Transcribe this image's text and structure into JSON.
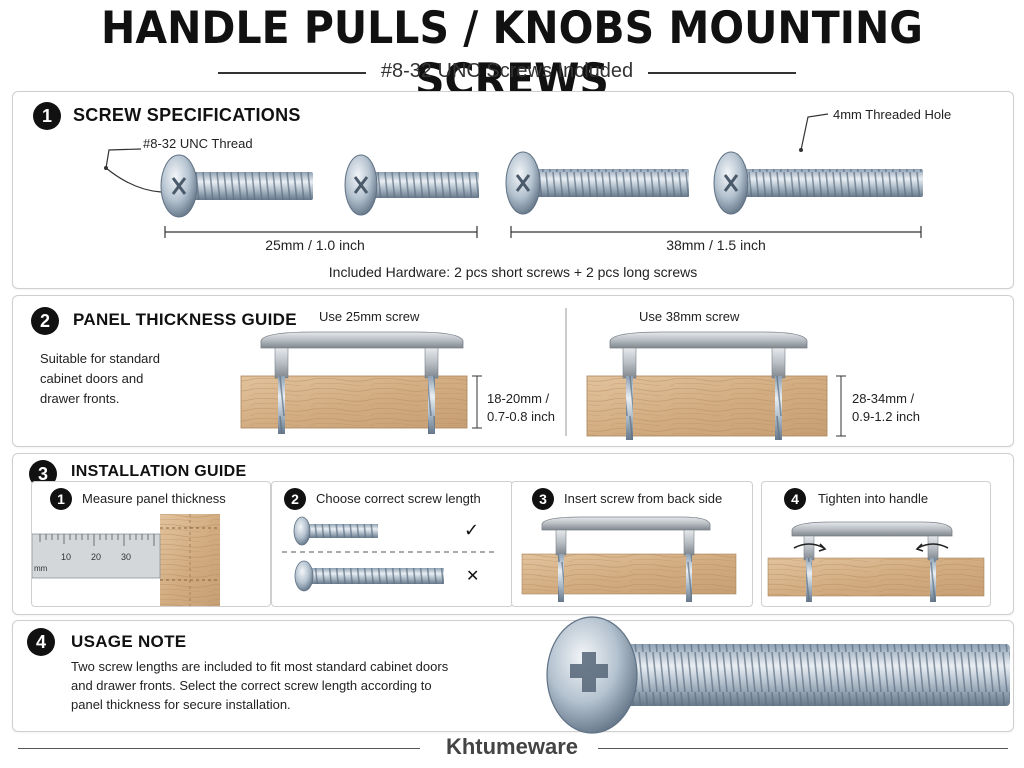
{
  "header": {
    "title": "HANDLE PULLS / KNOBS MOUNTING SCREWS",
    "subtitle": "#8-32 UNC Screws Included"
  },
  "specs": {
    "number": "1",
    "title": "SCREW SPECIFICATIONS",
    "thread_callout": "#8-32 UNC Thread",
    "hole_callout": "4mm Threaded Hole",
    "short_dim": "25mm / 1.0 inch",
    "long_dim": "38mm / 1.5 inch",
    "included": "Included Hardware: 2 pcs short screws + 2 pcs long screws"
  },
  "thickness": {
    "number": "2",
    "title": "PANEL THICKNESS GUIDE",
    "desc_lines": [
      "Suitable for standard",
      "cabinet doors and",
      "drawer fronts."
    ],
    "left_label": "Use 25mm screw",
    "left_dim_lines": [
      "18-20mm /",
      "0.7-0.8 inch"
    ],
    "right_label": "Use 38mm screw",
    "right_dim_lines": [
      "28-34mm /",
      "0.9-1.2 inch"
    ]
  },
  "install": {
    "number": "3",
    "title": "INSTALLATION GUIDE",
    "steps": [
      {
        "num": "1",
        "label": "Measure panel thickness"
      },
      {
        "num": "2",
        "label": "Choose correct screw length"
      },
      {
        "num": "3",
        "label": "Insert screw from back side"
      },
      {
        "num": "4",
        "label": "Tighten into handle"
      }
    ],
    "ruler_ticks": [
      "10",
      "20",
      "30"
    ],
    "ruler_unit": "mm",
    "check_mark": "✓",
    "cross_mark": "✕"
  },
  "usage": {
    "number": "4",
    "title": "USAGE NOTE",
    "lines": [
      "Two screw lengths are included to fit most standard cabinet doors",
      "and drawer fronts. Select the correct screw length according to",
      "panel thickness for secure installation."
    ]
  },
  "footer": {
    "brand": "Khtumeware"
  },
  "colors": {
    "wood": "#d9b48a",
    "wood_dark": "#b98e62",
    "metal": "#b9c6d2",
    "metal_dark": "#6f8193"
  }
}
